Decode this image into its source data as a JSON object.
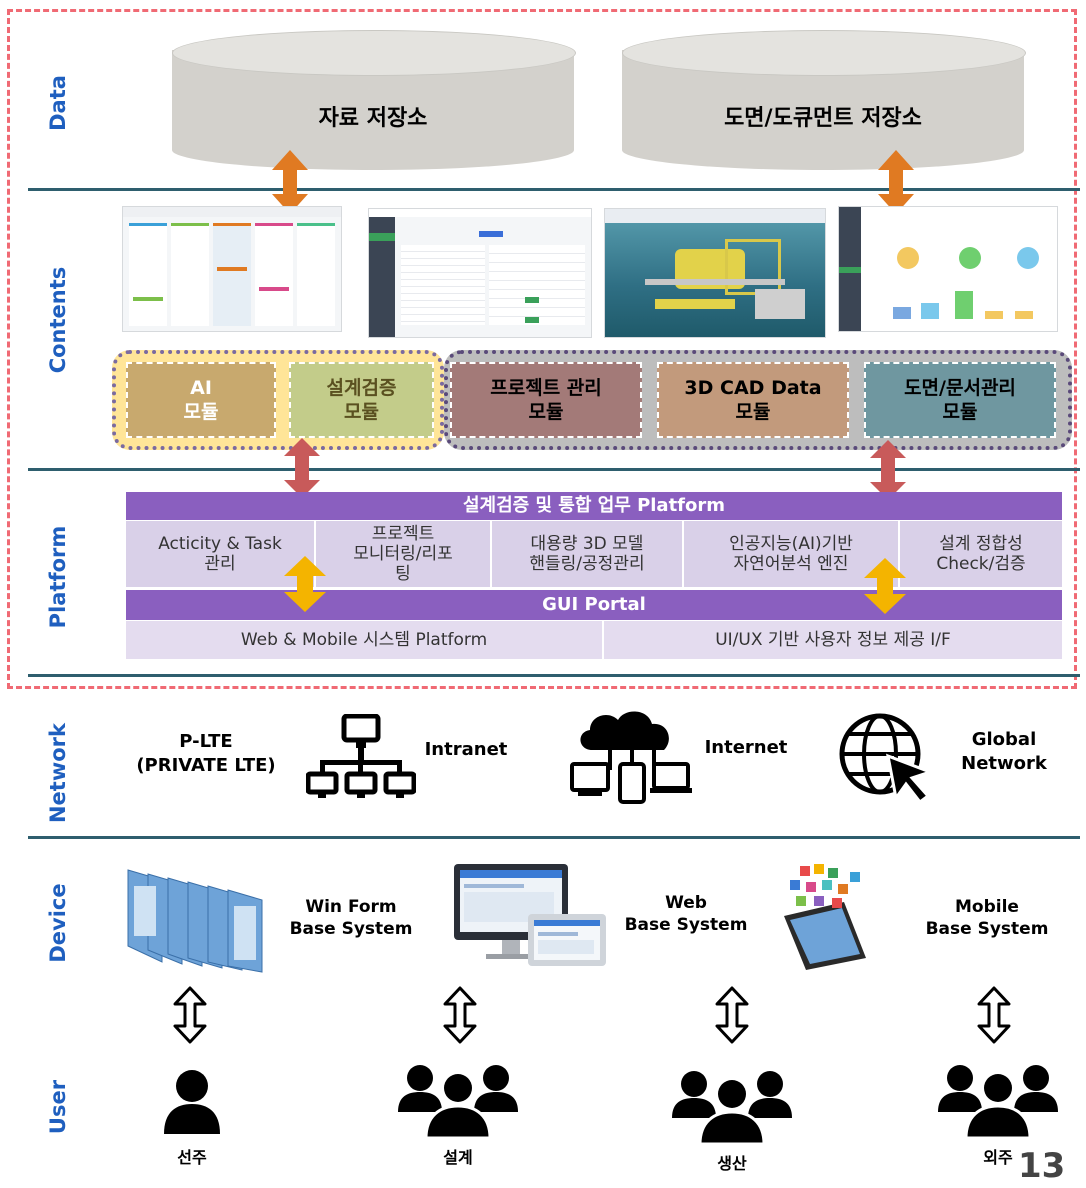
{
  "layers": {
    "data": "Data",
    "contents": "Contents",
    "platform": "Platform",
    "network": "Network",
    "device": "Device",
    "user": "User"
  },
  "storage": {
    "left": "자료 저장소",
    "right": "도면/도큐먼트 저장소"
  },
  "modules": {
    "ai": "AI\n모듈",
    "design_verify": "설계검증\n모듈",
    "project": "프로젝트 관리\n모듈",
    "cad": "3D CAD Data\n모듈",
    "drawing": "도면/문서관리\n모듈"
  },
  "platform": {
    "title": "설계검증 및 통합 업무 Platform",
    "cells": [
      "Acticity & Task\n관리",
      "프로젝트\n모니터링/리포\n팅",
      "대용량 3D 모델\n핸들링/공정관리",
      "인공지능(AI)기반\n자연어분석 엔진",
      "설계 정합성\nCheck/검증"
    ],
    "gui": "GUI Portal",
    "bottom_left": "Web & Mobile 시스템 Platform",
    "bottom_right": "UI/UX 기반 사용자 정보 제공 I/F"
  },
  "network": {
    "plte": "P-LTE\n(PRIVATE LTE)",
    "intranet": "Intranet",
    "internet": "Internet",
    "global": "Global\nNetwork"
  },
  "device": {
    "winform": "Win Form\nBase System",
    "web": "Web\nBase System",
    "mobile": "Mobile\nBase System"
  },
  "users": {
    "owner": "선주",
    "design": "설계",
    "production": "생산",
    "outsource": "외주"
  },
  "page_number": "13",
  "colors": {
    "layer_label": "#1f5fbf",
    "ai": "#c8a96e",
    "design_verify": "#c3cc8a",
    "project": "#a37a78",
    "cad": "#c29a7c",
    "drawing": "#6f97a0",
    "platform_bar": "#8a5fbf",
    "platform_cell": "#d9d0e8",
    "arrow_orange": "#e07a22",
    "arrow_red": "#c85a5a",
    "arrow_yellow": "#f4b400"
  }
}
